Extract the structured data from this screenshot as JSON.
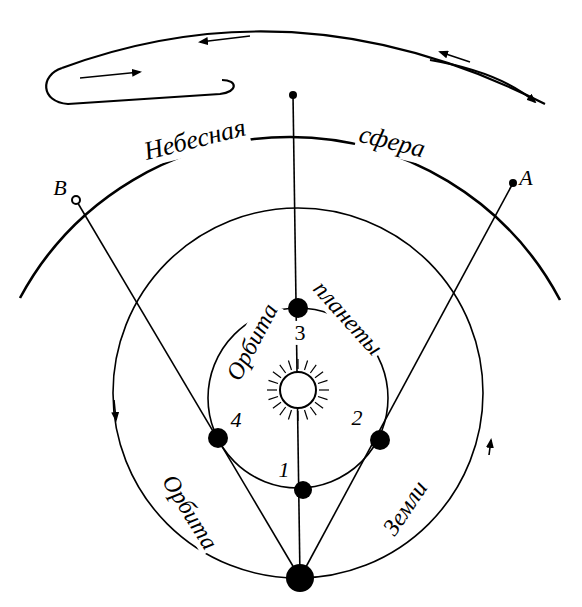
{
  "diagram": {
    "labels": [
      "Небесная",
      "сфера",
      "Орбита",
      "планеты",
      "Орбита",
      "Земли",
      "B",
      "A",
      "3",
      "2",
      "4",
      "1"
    ]
  }
}
